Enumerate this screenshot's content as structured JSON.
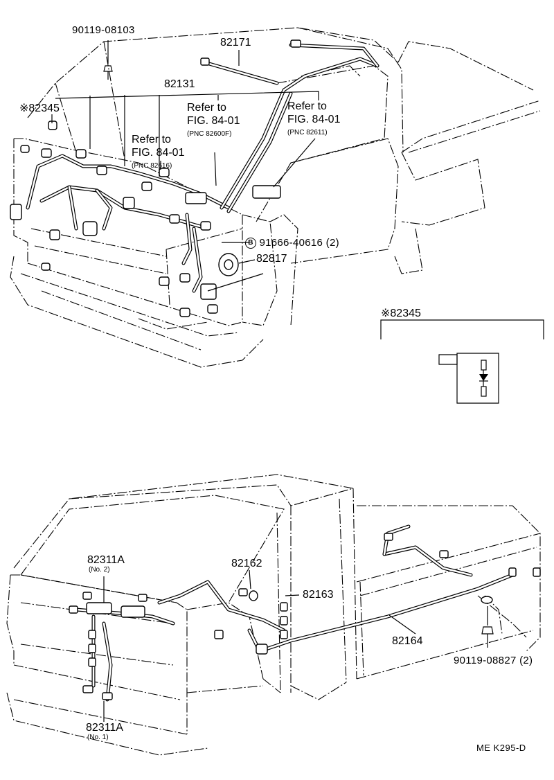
{
  "upper": {
    "bolt_top": "90119-08103",
    "wire_roof": "82171",
    "wire_main": "82131",
    "junction_mark": "※82345",
    "refer_center": {
      "line1": "Refer to",
      "line2": "FIG. 84-01",
      "pnc": "(PNC 82600F)"
    },
    "refer_right": {
      "line1": "Refer to",
      "line2": "FIG. 84-01",
      "pnc": "(PNC 82611)"
    },
    "refer_left": {
      "line1": "Refer to",
      "line2": "FIG. 84-01",
      "pnc": "(PNC 82616)"
    },
    "clamp_letter": "B",
    "clamp_part": "91666-40616 (2)",
    "grommet": "82817"
  },
  "detail": {
    "title": "※82345"
  },
  "lower": {
    "wire_front_no2": "82311A",
    "wire_front_no2_sub": "(No. 2)",
    "wire_frame_1": "82162",
    "wire_frame_2": "82163",
    "wire_bed": "82164",
    "bolt_bed": "90119-08827 (2)",
    "wire_front_no1": "82311A",
    "wire_front_no1_sub": "(No. 1)"
  },
  "footer": {
    "code": "ME  K295-D"
  }
}
